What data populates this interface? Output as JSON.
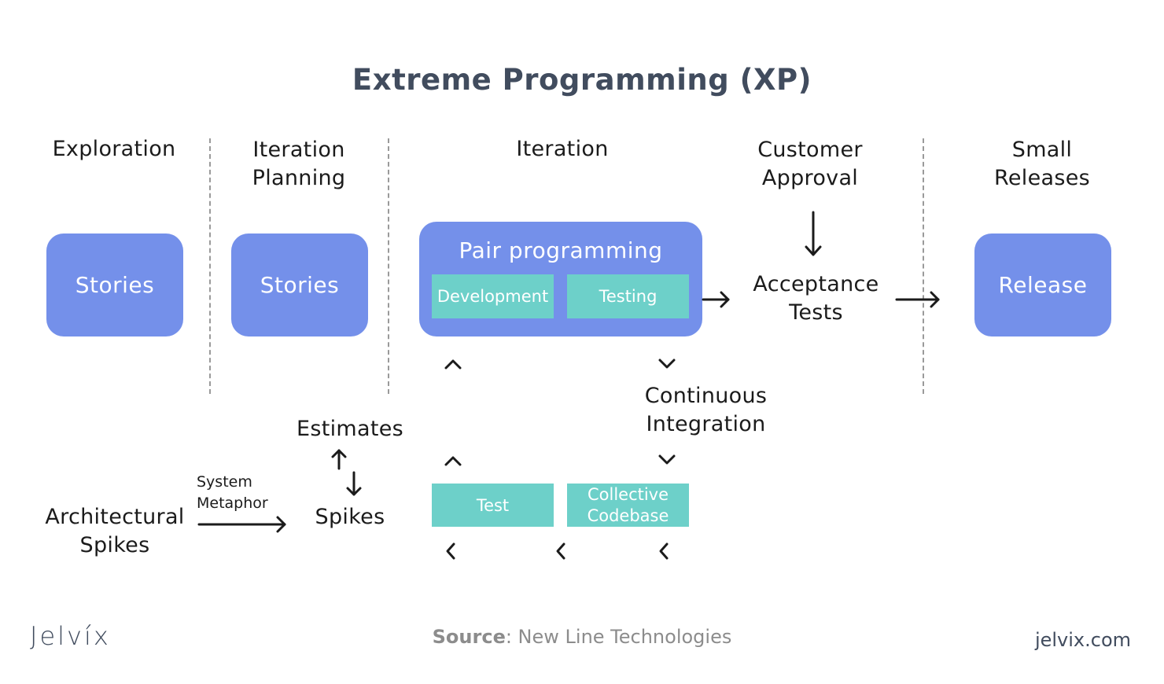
{
  "title": "Extreme Programming (XP)",
  "phases": {
    "exploration": "Exploration",
    "iteration_planning": [
      "Iteration",
      "Planning"
    ],
    "iteration": "Iteration",
    "customer_approval": [
      "Customer",
      "Approval"
    ],
    "small_releases": [
      "Small",
      "Releases"
    ]
  },
  "boxes": {
    "exploration_stories": "Stories",
    "planning_stories": "Stories",
    "pair_programming": "Pair programming",
    "development": "Development",
    "testing": "Testing",
    "release": "Release",
    "test": "Test",
    "collective_codebase": [
      "Collective",
      "Codebase"
    ]
  },
  "labels": {
    "acceptance_tests": [
      "Acceptance",
      "Tests"
    ],
    "continuous_integration": [
      "Continuous",
      "Integration"
    ],
    "estimates": "Estimates",
    "spikes": "Spikes",
    "architectural_spikes": [
      "Architectural",
      "Spikes"
    ],
    "system_metaphor": [
      "System",
      "Metaphor"
    ]
  },
  "footer": {
    "logo": "Jelvíx",
    "source_label": "Source",
    "source_value": ": New Line Technologies",
    "site": "jelvix.com"
  },
  "colors": {
    "primary_blue": "#7490ea",
    "teal": "#6dd0c9",
    "title": "#414c5e"
  }
}
